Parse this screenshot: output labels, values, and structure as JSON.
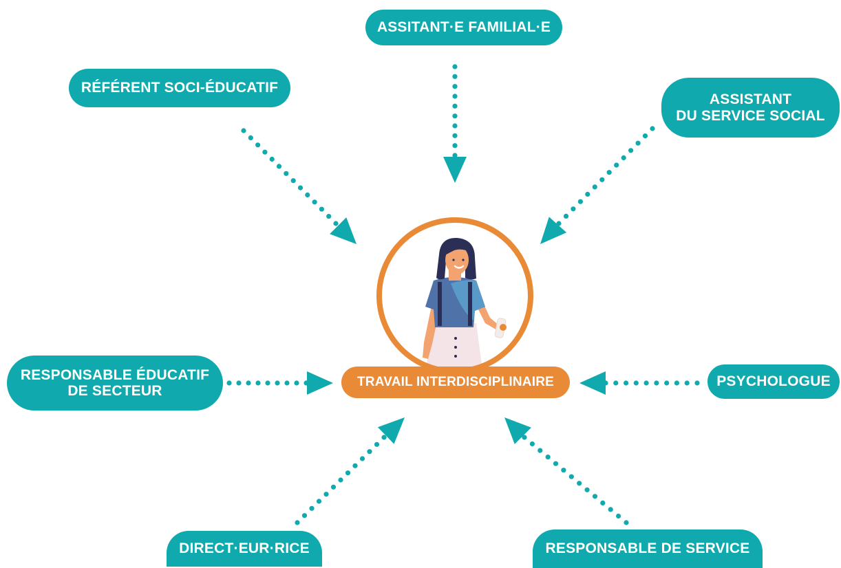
{
  "colors": {
    "teal": "#10a9ad",
    "orange": "#e98a36"
  },
  "center": {
    "label": "TRAVAIL INTERDISCIPLINAIRE",
    "illustration": "woman-with-backpack-illustration"
  },
  "roles": {
    "assistant_familial": "ASSITANT·E FAMILIAL·E",
    "referent": "RÉFÉRENT SOCI-ÉDUCATIF",
    "assistant_social": "ASSISTANT\nDU SERVICE SOCIAL",
    "responsable_educatif": "RESPONSABLE ÉDUCATIF\nDE SECTEUR",
    "psychologue": "PSYCHOLOGUE",
    "directeur": "DIRECT·EUR·RICE",
    "responsable_service": "RESPONSABLE DE SERVICE"
  }
}
